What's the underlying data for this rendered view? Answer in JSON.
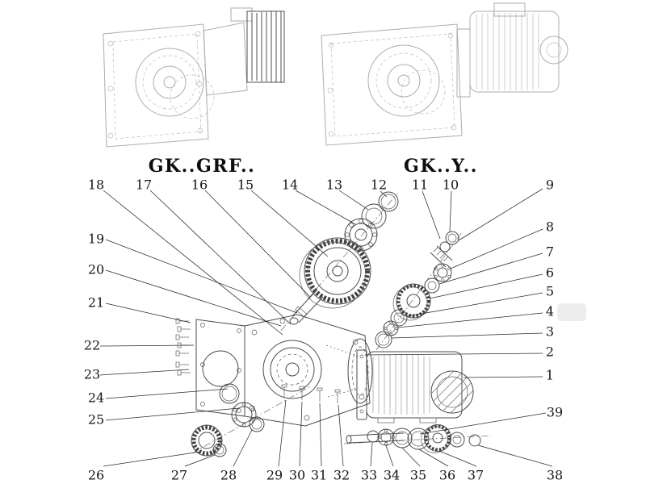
{
  "header": {
    "model_left": "GK..GRF..",
    "model_right": "GK..Y.."
  },
  "callouts": {
    "top": [
      "18",
      "17",
      "16",
      "15",
      "14",
      "13",
      "12",
      "11",
      "10"
    ],
    "right": [
      "9",
      "8",
      "7",
      "6",
      "5",
      "4",
      "3",
      "2",
      "1"
    ],
    "lower_right": [
      "39"
    ],
    "left": [
      "19",
      "20",
      "21",
      "22",
      "23",
      "24",
      "25"
    ],
    "bottom": [
      "26",
      "27",
      "28",
      "29",
      "30",
      "31",
      "32",
      "33",
      "34",
      "35",
      "36",
      "37",
      "38"
    ]
  },
  "colors": {
    "background": "#ffffff",
    "line_art_light": "#a9adb2",
    "line_art_dark": "#4a4c4e",
    "label_text": "#141414"
  }
}
